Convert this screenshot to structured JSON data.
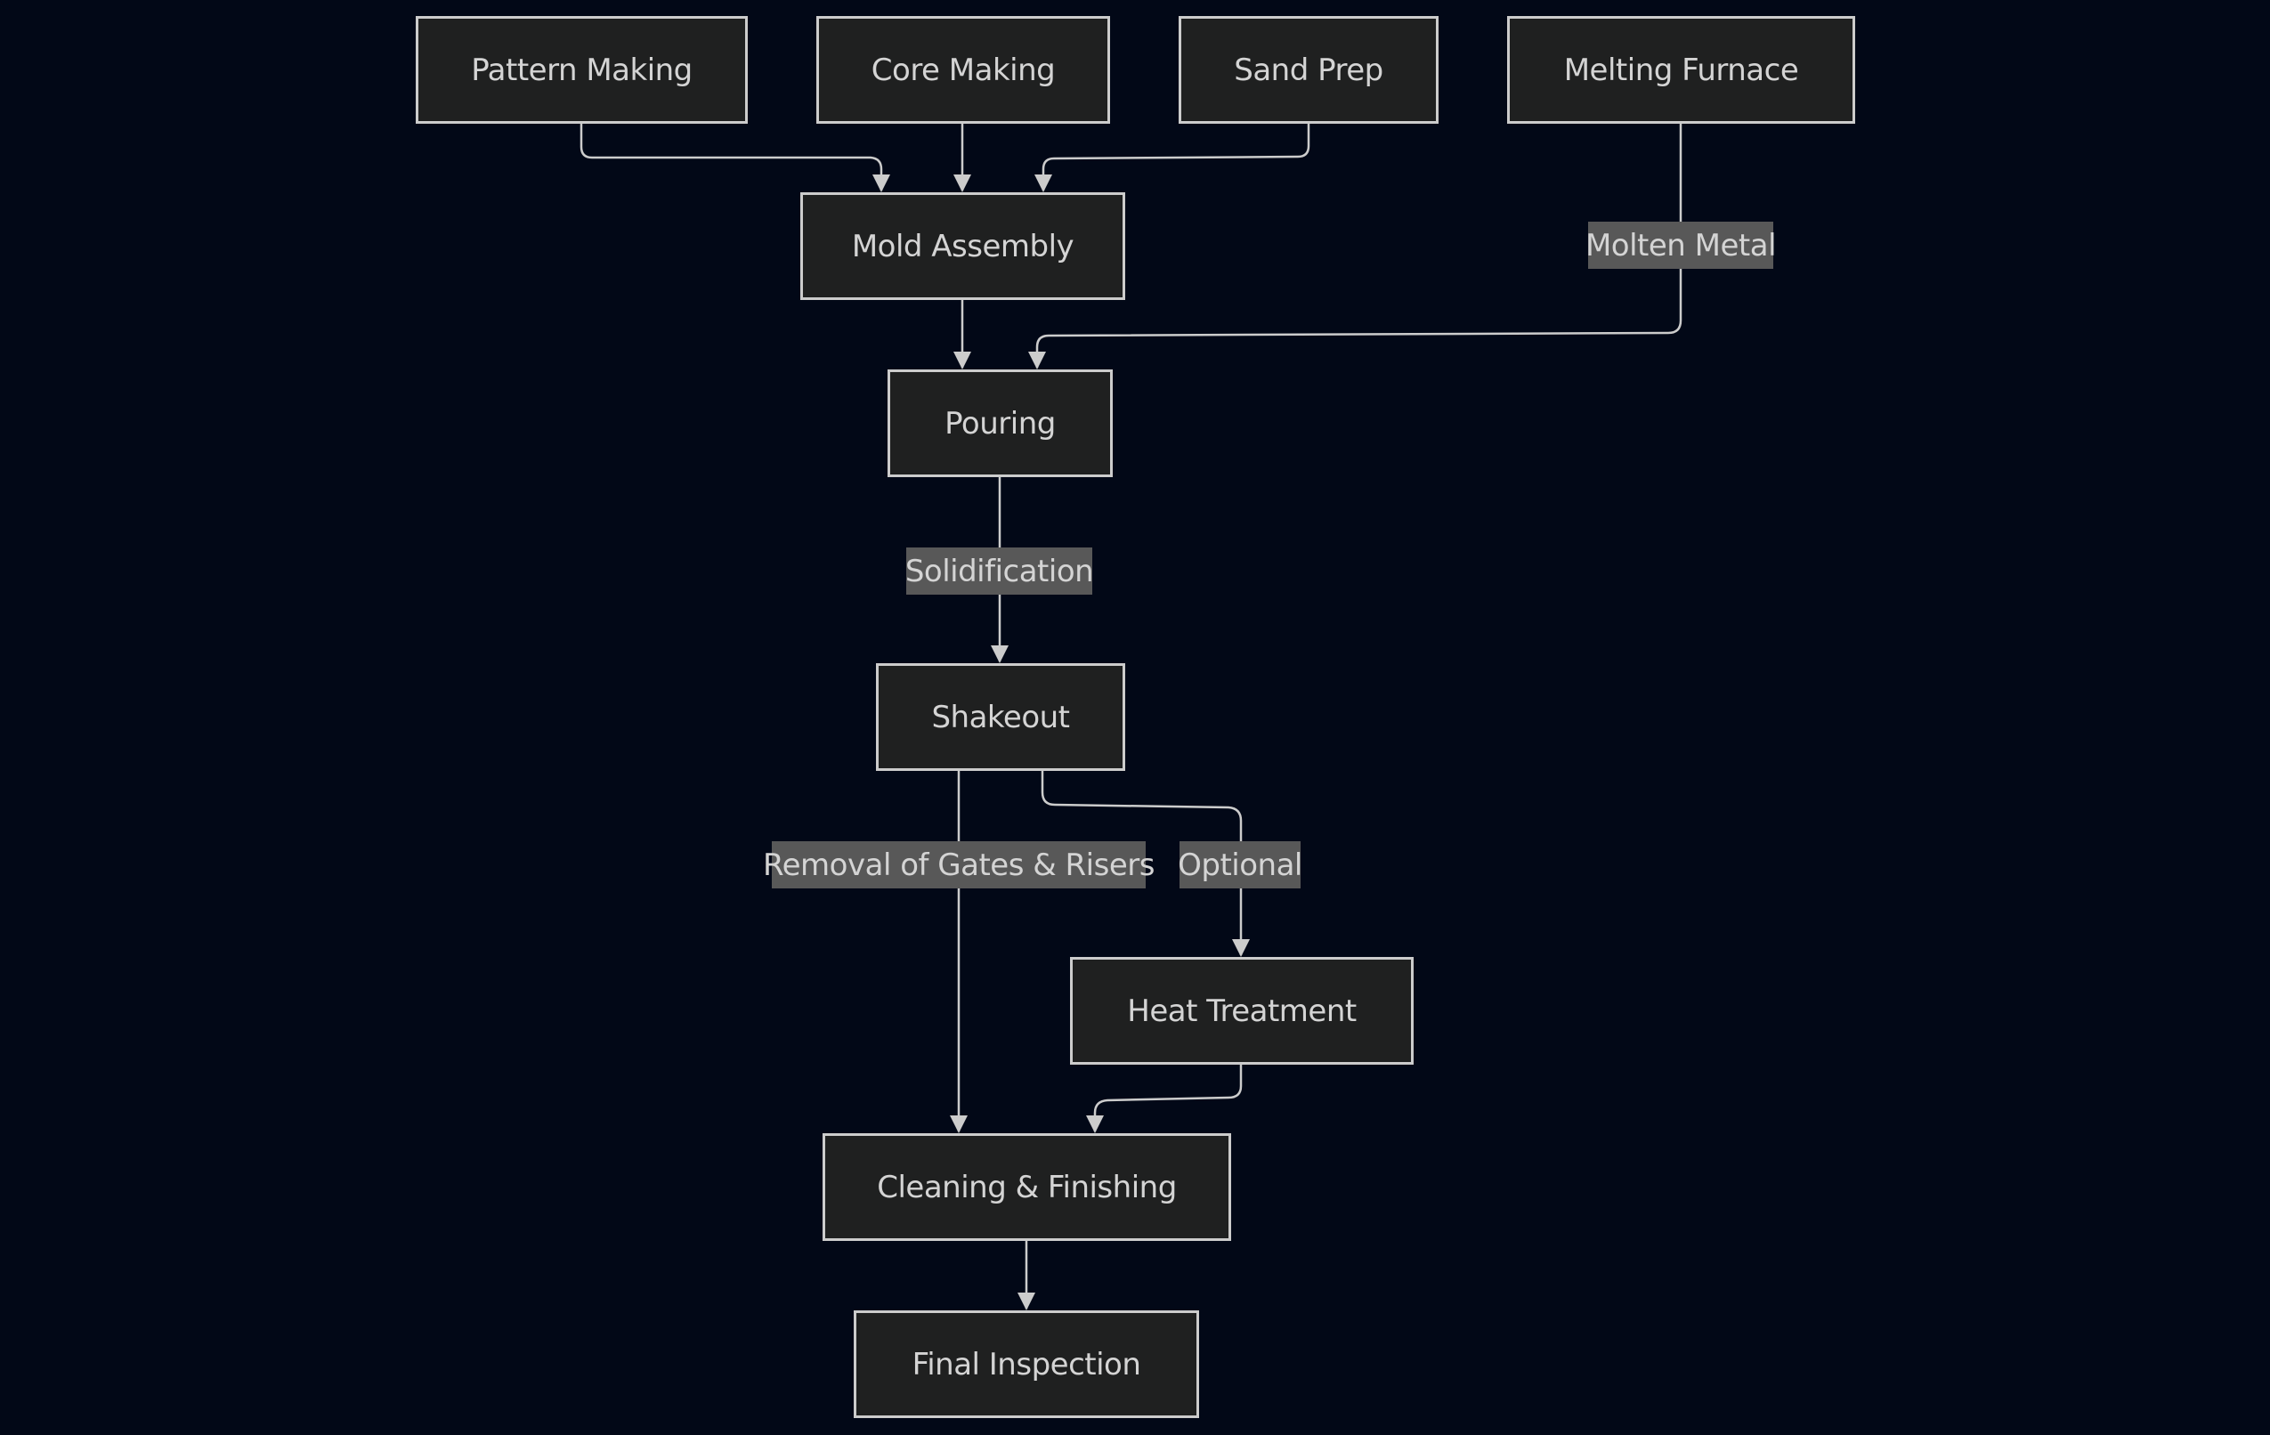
{
  "diagram": {
    "type": "flowchart",
    "direction": "top-down",
    "colors": {
      "background": "#020817",
      "node_fill": "#1f2020",
      "node_border": "#cccccc",
      "text": "#d4d4d4",
      "edge": "#cccccc",
      "edge_label_fill": "#585858"
    },
    "nodes": {
      "pattern_making": "Pattern Making",
      "core_making": "Core Making",
      "sand_prep": "Sand Prep",
      "melting_furnace": "Melting Furnace",
      "mold_assembly": "Mold Assembly",
      "pouring": "Pouring",
      "shakeout": "Shakeout",
      "heat_treatment": "Heat Treatment",
      "cleaning_finishing": "Cleaning & Finishing",
      "final_inspection": "Final Inspection"
    },
    "edge_labels": {
      "molten_metal": "Molten Metal",
      "solidification": "Solidification",
      "removal": "Removal of Gates & Risers",
      "optional": "Optional"
    },
    "edges": [
      {
        "from": "Pattern Making",
        "to": "Mold Assembly",
        "label": ""
      },
      {
        "from": "Core Making",
        "to": "Mold Assembly",
        "label": ""
      },
      {
        "from": "Sand Prep",
        "to": "Mold Assembly",
        "label": ""
      },
      {
        "from": "Melting Furnace",
        "to": "Pouring",
        "label": "Molten Metal"
      },
      {
        "from": "Mold Assembly",
        "to": "Pouring",
        "label": ""
      },
      {
        "from": "Pouring",
        "to": "Shakeout",
        "label": "Solidification"
      },
      {
        "from": "Shakeout",
        "to": "Cleaning & Finishing",
        "label": "Removal of Gates & Risers"
      },
      {
        "from": "Shakeout",
        "to": "Heat Treatment",
        "label": "Optional"
      },
      {
        "from": "Heat Treatment",
        "to": "Cleaning & Finishing",
        "label": ""
      },
      {
        "from": "Cleaning & Finishing",
        "to": "Final Inspection",
        "label": ""
      }
    ]
  }
}
